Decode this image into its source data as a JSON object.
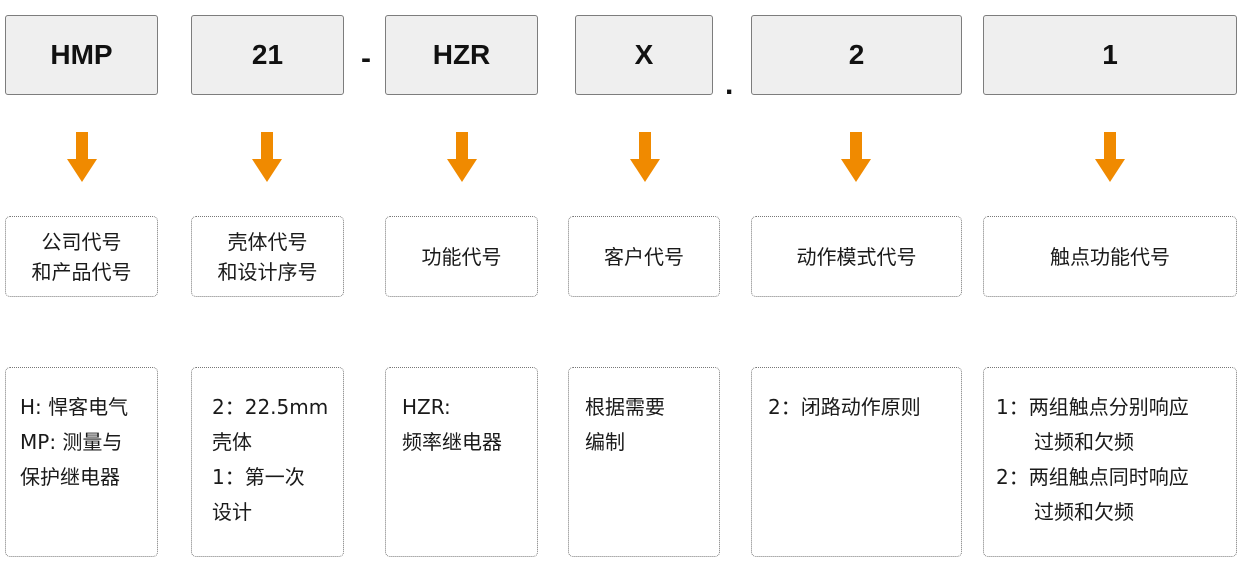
{
  "codes": [
    "HMP",
    "21",
    "HZR",
    "X",
    "2",
    "1"
  ],
  "separators": {
    "dash": "-",
    "dot": "."
  },
  "labels": [
    [
      "公司代号",
      "和产品代号"
    ],
    [
      "壳体代号",
      "和设计序号"
    ],
    [
      "功能代号"
    ],
    [
      "客户代号"
    ],
    [
      "动作模式代号"
    ],
    [
      "触点功能代号"
    ]
  ],
  "descriptions": [
    [
      "H: 悍客电气",
      "MP: 测量与",
      "保护继电器"
    ],
    [
      "2：22.5mm",
      "壳体",
      "1：第一次",
      "设计"
    ],
    [
      "HZR:",
      "频率继电器"
    ],
    [
      "根据需要",
      "编制"
    ],
    [
      "2：闭路动作原则"
    ],
    [
      "1：两组触点分别响应",
      "过频和欠频",
      "2：两组触点同时响应",
      "过频和欠频"
    ]
  ],
  "colors": {
    "arrow": "#f08a00",
    "box_fill": "#efefef",
    "box_border": "#7d7d7d"
  }
}
